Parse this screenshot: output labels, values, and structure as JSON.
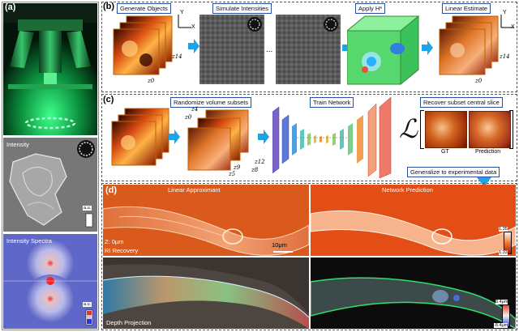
{
  "panels": {
    "a": {
      "label": "(a)",
      "intensity_label": "Intensity",
      "spectra_label": "Intensity Spectra",
      "unit_label": "a.u."
    },
    "b": {
      "label": "(b)",
      "steps": [
        "Generate Objects",
        "Simulate Intensities",
        "Apply H*",
        "Linear Estimate"
      ],
      "z_top": "z14",
      "z_bottom": "z0",
      "axis_x": "X",
      "axis_y": "Y",
      "ellipsis": "..."
    },
    "c": {
      "label": "(c)",
      "steps": [
        "Randomize volume subsets",
        "Train Network",
        "Recover subset central slice"
      ],
      "z_labels": [
        "z4",
        "z0",
        "z9",
        "z5",
        "z12",
        "z8"
      ],
      "loss_symbol": "ℒ",
      "gt_label": "GT",
      "prediction_label": "Prediction",
      "generalize_label": "Generalize to experimental data"
    },
    "d": {
      "label": "(d)",
      "linear_label": "Linear Approximant",
      "network_label": "Network Prediction",
      "z_label": "Z: 0μm",
      "ri_label": "RI Recovery",
      "scale_label": "10μm",
      "ri_max": "1.35",
      "ri_min": "1.33",
      "depth_label": "Depth Projection",
      "depth_max": "8.4μm",
      "depth_min": "-8.4μm"
    }
  },
  "colors": {
    "panel_border": "#2b4fa0",
    "arrow_blue": "#1ea4e6",
    "cube_orange": "#e2651a",
    "microscope_green": "#1bd16a"
  }
}
